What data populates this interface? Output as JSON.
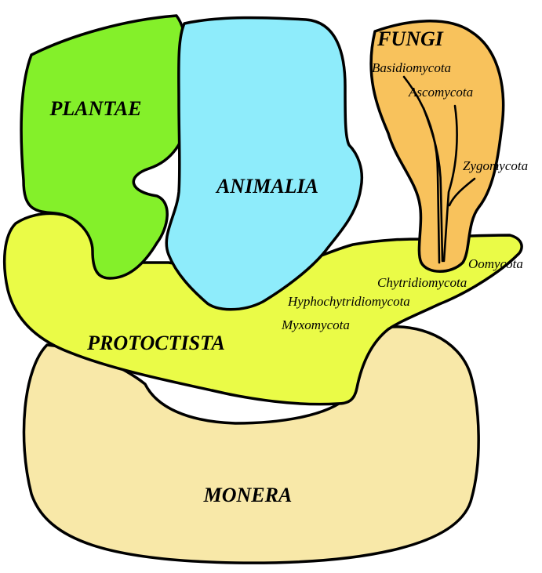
{
  "colors": {
    "plantae": "#84f02a",
    "animalia": "#8eecfb",
    "fungi": "#f8c25c",
    "protoctista": "#eafb47",
    "monera": "#f8e8a8"
  },
  "kingdoms": {
    "plantae": "PLANTAE",
    "animalia": "ANIMALIA",
    "fungi": "FUNGI",
    "protoctista": "PROTOCTISTA",
    "monera": "MONERA"
  },
  "fungi_phyla": [
    "Basidiomycota",
    "Ascomycota",
    "Zygomycota"
  ],
  "protoctista_phyla": [
    "Oomycota",
    "Chytridiomycota",
    "Hyphochytridiomycota",
    "Myxomycota"
  ]
}
